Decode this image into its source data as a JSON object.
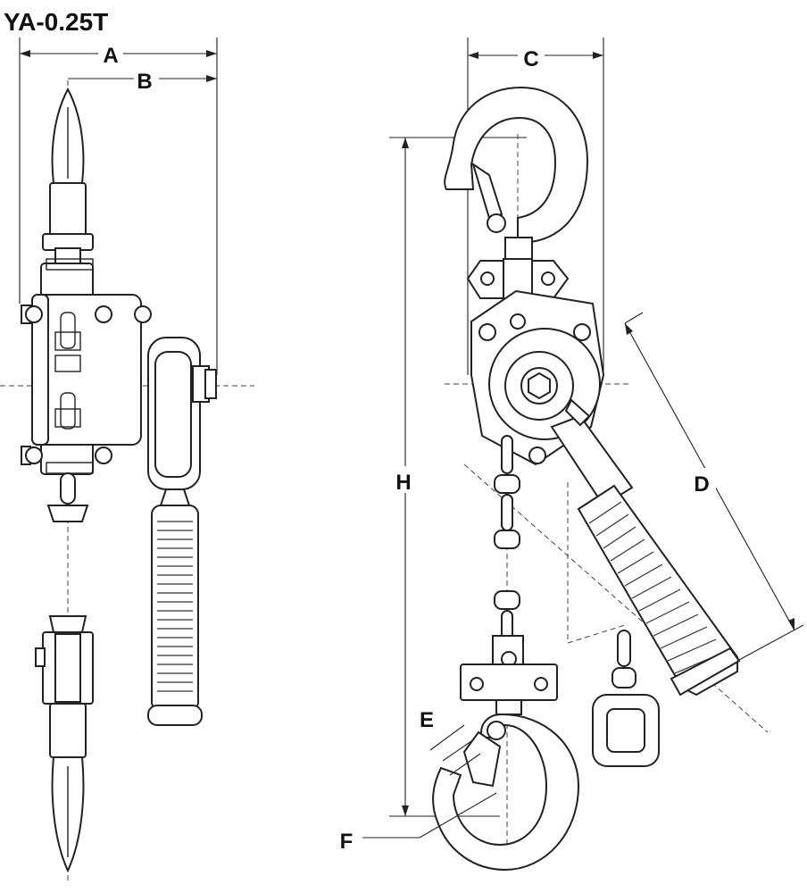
{
  "title": "YA-0.25T",
  "dimension_labels": {
    "a": "A",
    "b": "B",
    "c": "C",
    "d": "D",
    "e": "E",
    "f": "F",
    "h": "H"
  }
}
